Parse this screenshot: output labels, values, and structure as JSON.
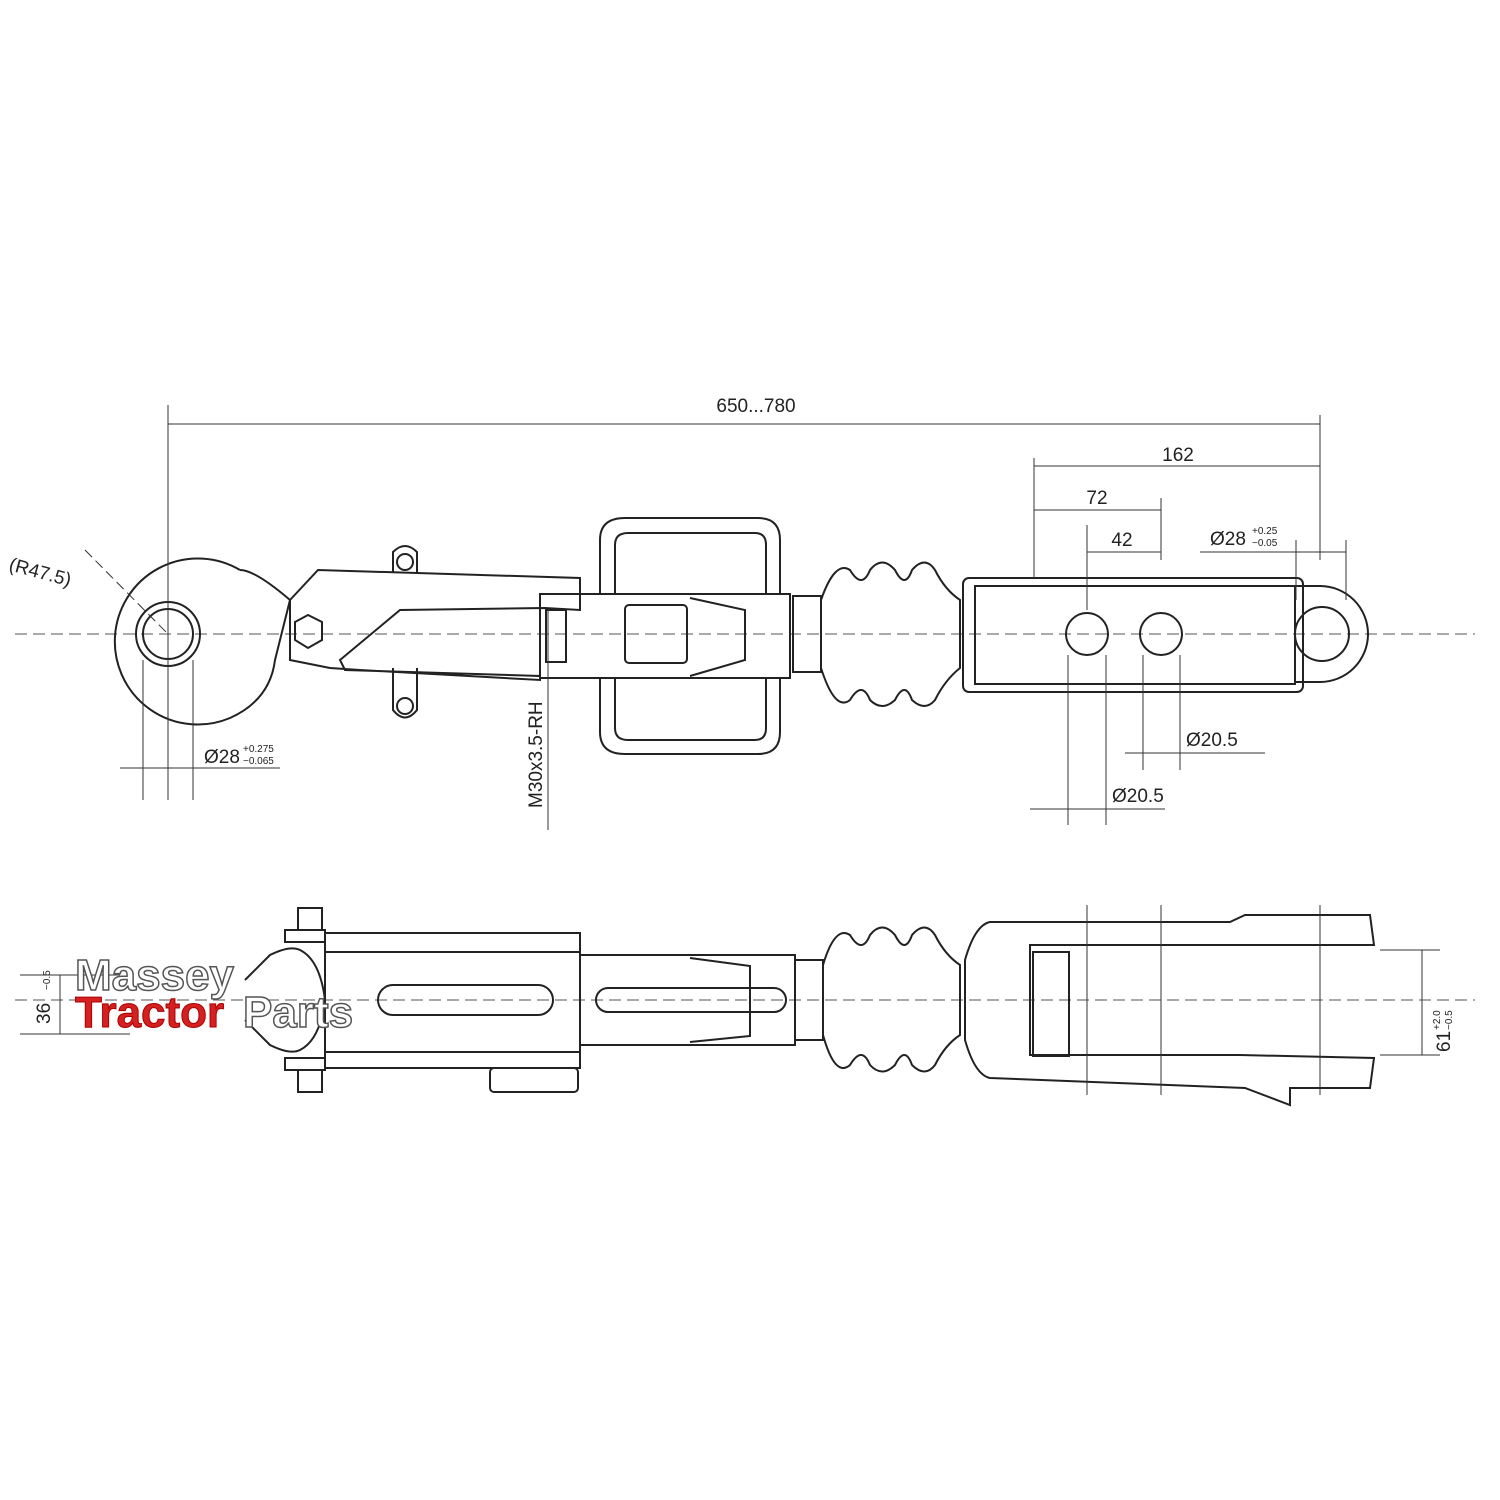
{
  "dimensions": {
    "overall_length": "650...780",
    "d162": "162",
    "d72": "72",
    "d42": "42",
    "ball_radius": "(R47.5)",
    "eye_bore": {
      "base": "Ø28",
      "upper": "+0.275",
      "lower": "−0.065"
    },
    "end_bore": {
      "base": "Ø28",
      "upper": "+0.25",
      "lower": "−0.05"
    },
    "thread": "M30x3.5-RH",
    "hole1": "Ø20.5",
    "hole2": "Ø20.5",
    "ball_width": {
      "base": "36",
      "lower": "−0.5"
    },
    "fork_gap": {
      "base": "61",
      "upper": "+2.0",
      "lower": "−0.5"
    }
  },
  "logo": {
    "line1": "Massey",
    "line2a": "Tractor",
    "line2b": "Parts",
    "accent": "#d42020"
  }
}
